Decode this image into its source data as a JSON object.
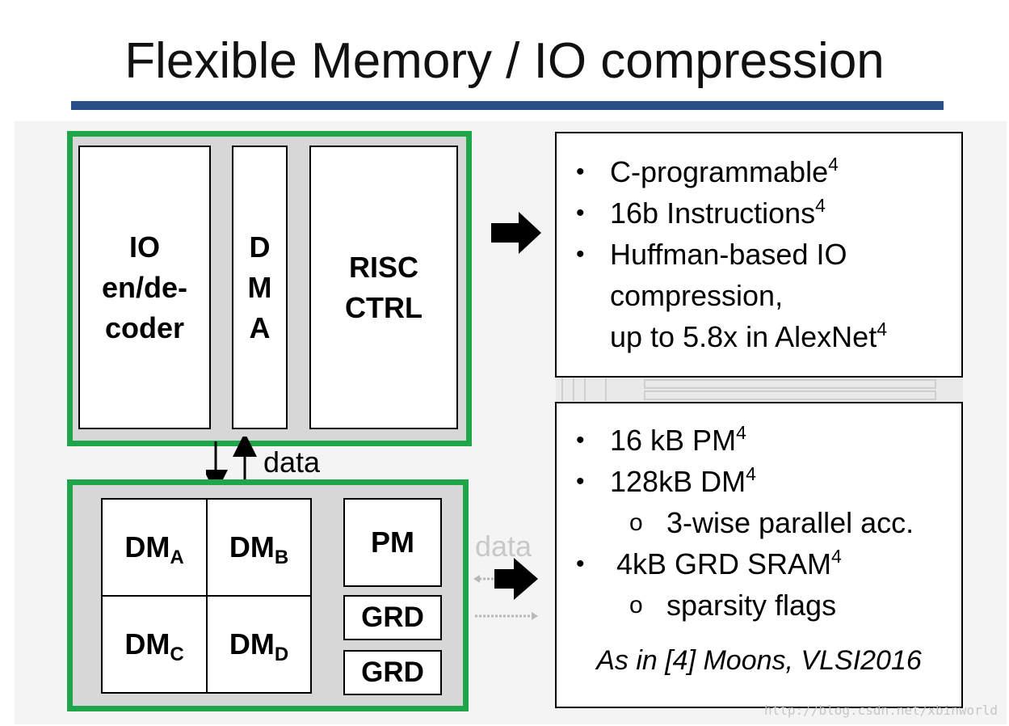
{
  "title": "Flexible Memory / IO compression",
  "colors": {
    "title_rule": "#2b5088",
    "group_border": "#1fa64a",
    "group_fill": "#d7d7d7",
    "block_fill": "#ffffff"
  },
  "processor_group": {
    "io_block": [
      "IO",
      "en/de-",
      "coder"
    ],
    "dma_block": [
      "D",
      "M",
      "A"
    ],
    "risc_block": [
      "RISC",
      "CTRL"
    ]
  },
  "memory_group": {
    "dm_a": {
      "main": "DM",
      "sub": "A"
    },
    "dm_b": {
      "main": "DM",
      "sub": "B"
    },
    "dm_c": {
      "main": "DM",
      "sub": "C"
    },
    "dm_d": {
      "main": "DM",
      "sub": "D"
    },
    "pm": "PM",
    "grd_1": "GRD",
    "grd_2": "GRD"
  },
  "link_label": "data",
  "io_link_label": "data",
  "processor_info": {
    "items": [
      {
        "text": "C-programmable",
        "sup": "4"
      },
      {
        "text": "16b Instructions",
        "sup": "4"
      },
      {
        "text": "Huffman-based IO"
      }
    ],
    "continuation": [
      {
        "text": "compression,"
      },
      {
        "text": "up to 5.8x in AlexNet",
        "sup": "4"
      }
    ]
  },
  "memory_info": {
    "items": [
      {
        "level": 1,
        "text": "16 kB PM",
        "sup": "4"
      },
      {
        "level": 1,
        "text": "128kB DM",
        "sup": "4"
      },
      {
        "level": 2,
        "text": "3-wise parallel acc."
      },
      {
        "level": 1,
        "text": "4kB GRD SRAM",
        "sup": "4"
      },
      {
        "level": 2,
        "text": "sparsity flags"
      }
    ],
    "citation": "As in [4] Moons, VLSI2016"
  },
  "bullet_glyph": "•",
  "sub_bullet_glyph": "o",
  "watermark": "http://blog.csdn.net/xbinworld"
}
